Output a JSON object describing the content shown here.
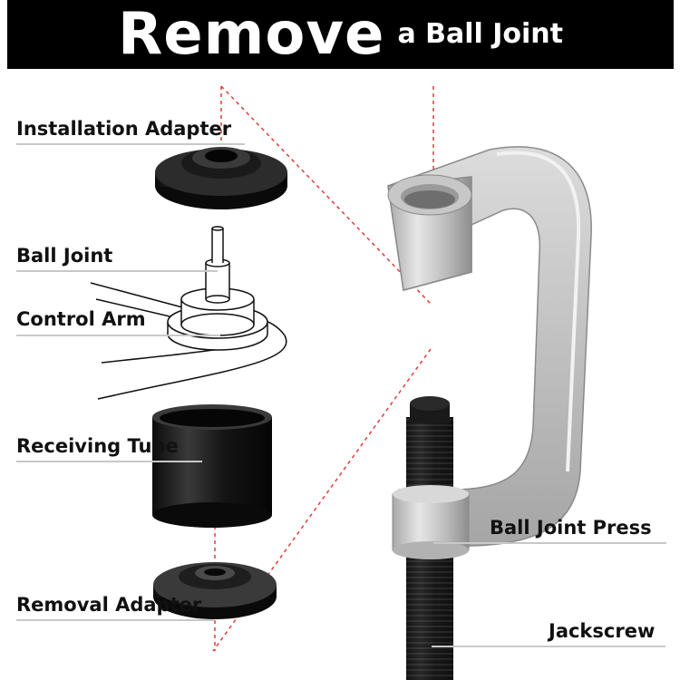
{
  "title": {
    "main": "Remove",
    "sub": "a Ball Joint"
  },
  "labels": {
    "installation_adapter": "Installation Adapter",
    "ball_joint": "Ball Joint",
    "control_arm": "Control Arm",
    "receiving_tube": "Receiving Tube",
    "removal_adapter": "Removal Adapter",
    "ball_joint_press": "Ball Joint Press",
    "jackscrew": "Jackscrew"
  },
  "colors": {
    "banner": "#000000",
    "guide_line": "#e23b3b",
    "metal": "#c9c9c9",
    "part": "#151515"
  }
}
